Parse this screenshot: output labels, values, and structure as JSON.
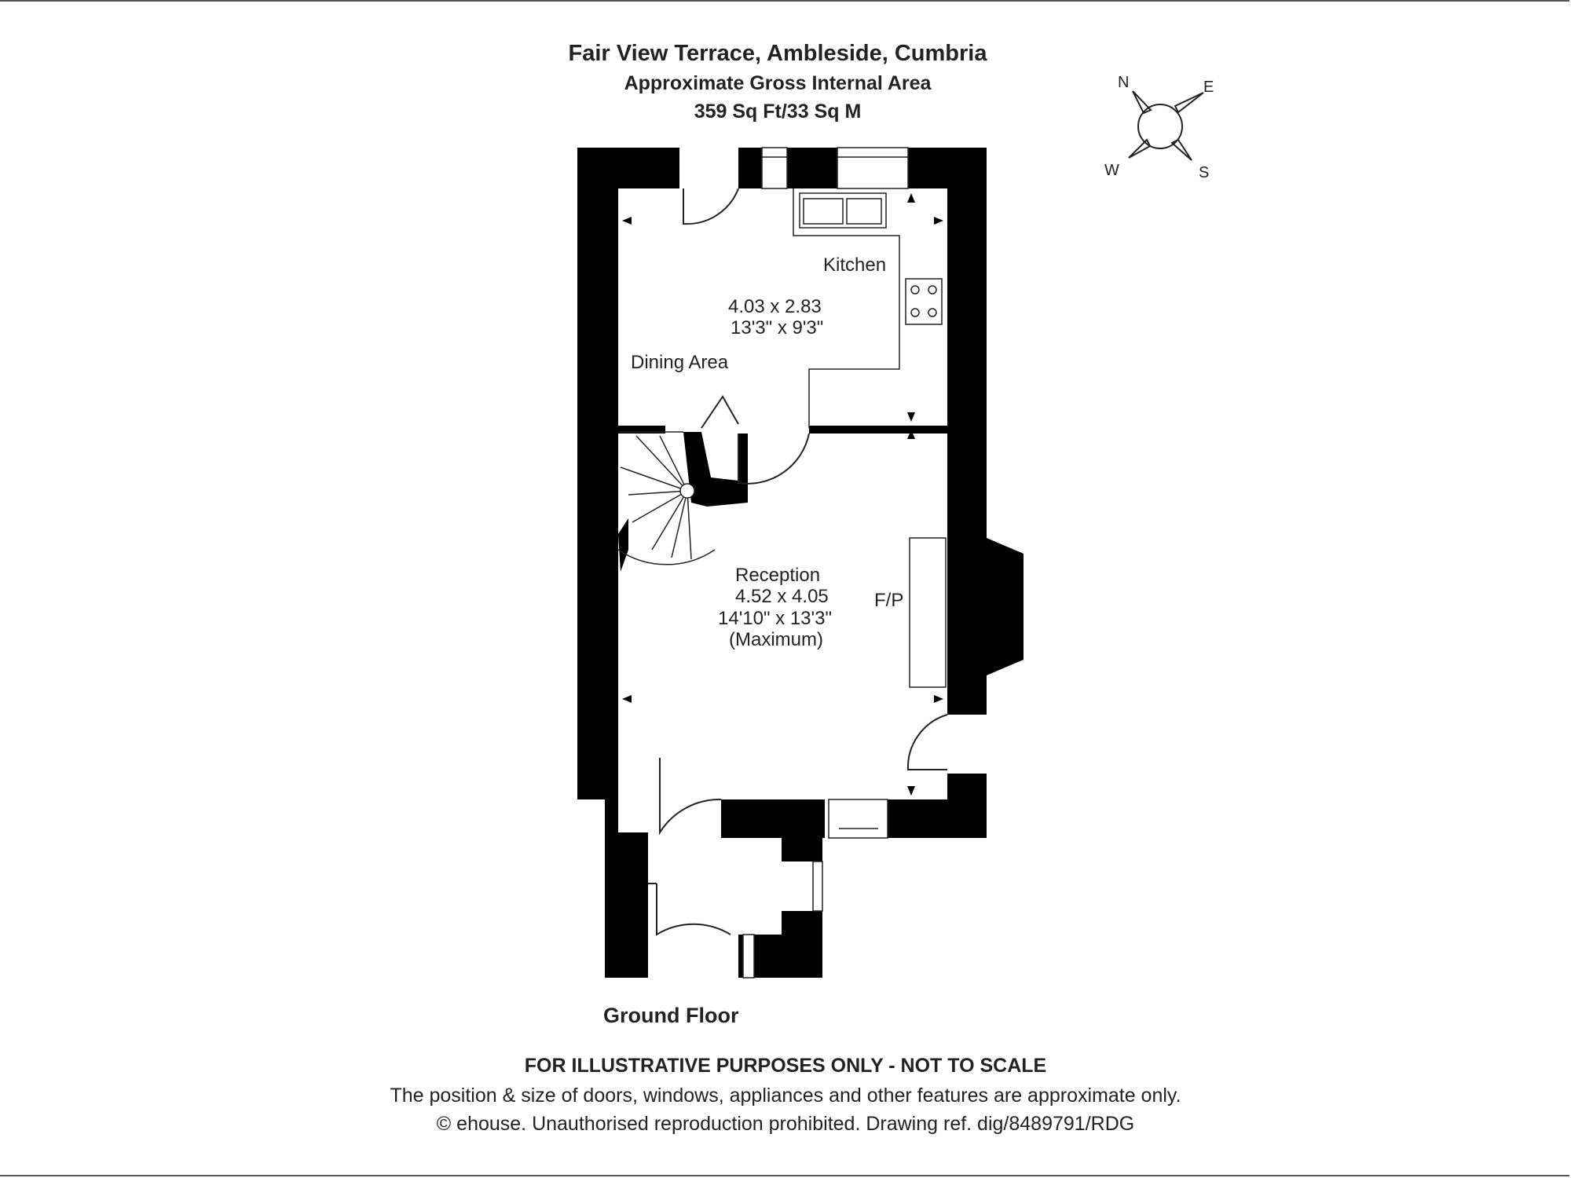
{
  "header": {
    "title": "Fair View Terrace, Ambleside, Cumbria",
    "subtitle": "Approximate Gross Internal Area",
    "area": "359 Sq Ft/33 Sq M"
  },
  "compass": {
    "n": "N",
    "e": "E",
    "s": "S",
    "w": "W"
  },
  "rooms": {
    "kitchen": {
      "name": "Kitchen",
      "metric": "4.03 x 2.83",
      "imperial": "13'3\" x 9'3\""
    },
    "dining": {
      "name": "Dining Area"
    },
    "reception": {
      "name": "Reception",
      "metric": "4.52 x 4.05",
      "imperial": "14'10\" x 13'3\"",
      "note": "(Maximum)"
    },
    "fireplace": {
      "name": "F/P"
    }
  },
  "floor_label": "Ground Floor",
  "footer": {
    "disclaimer": "FOR ILLUSTRATIVE PURPOSES ONLY - NOT TO SCALE",
    "note": "The position & size of doors, windows, appliances and other features are approximate only.",
    "copyright": "© ehouse. Unauthorised reproduction prohibited. Drawing ref. dig/8489791/RDG"
  }
}
